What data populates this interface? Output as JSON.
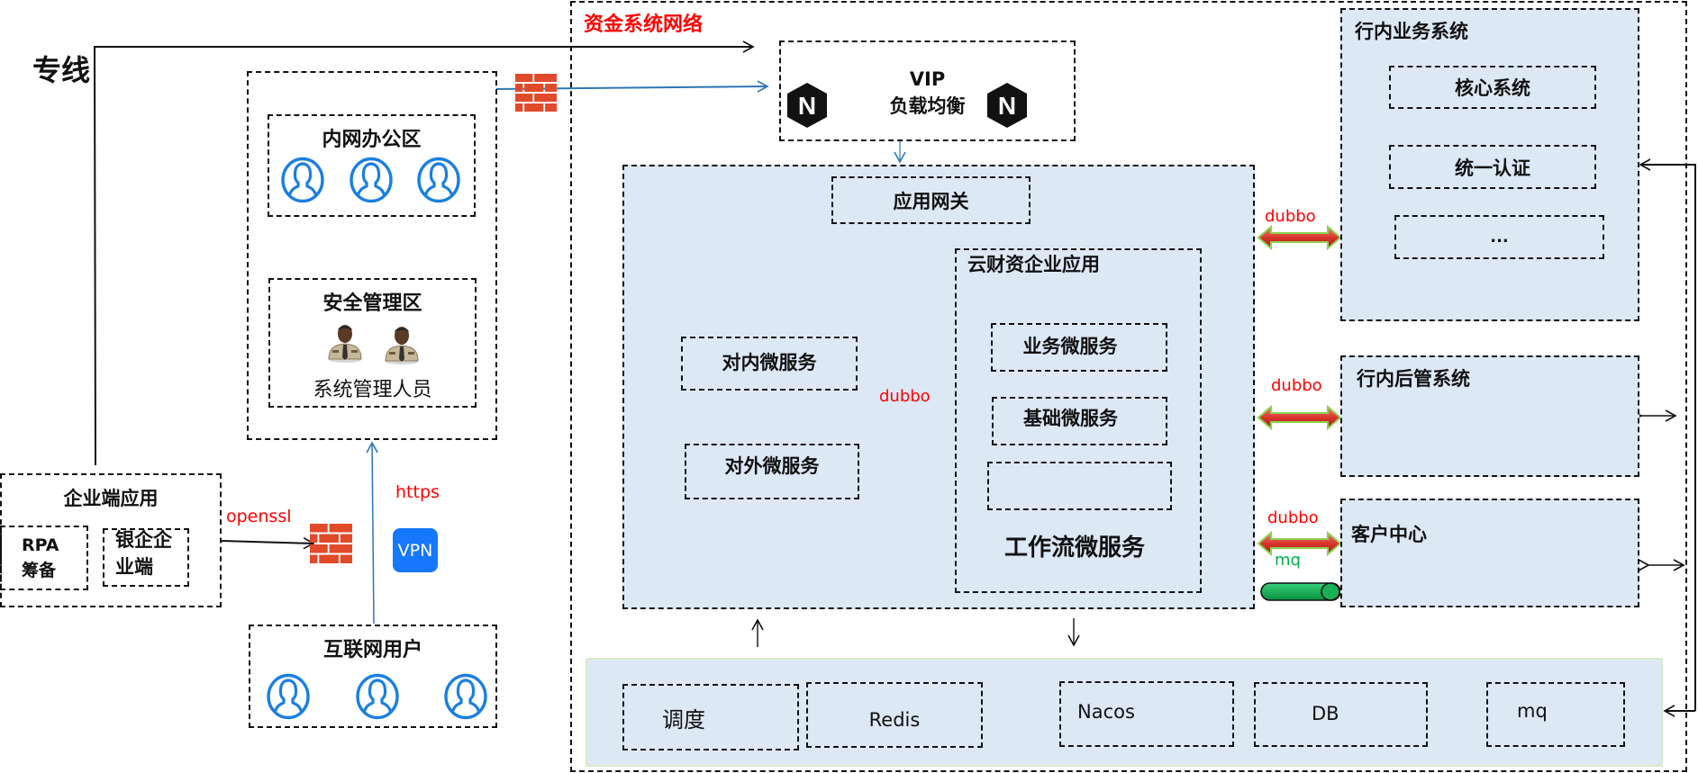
{
  "left": {
    "dedicated_line_label": "专线",
    "office_zone": {
      "title": "内网办公区",
      "user_icons": [
        "user-icon",
        "user-icon",
        "user-icon"
      ]
    },
    "security_zone": {
      "title": "安全管理区",
      "caption": "系统管理人员",
      "icons": [
        "admin-icon",
        "admin-icon"
      ]
    },
    "enterprise_app": {
      "title": "企业端应用",
      "rpa_label": "RPA\n筹备",
      "rpa_line1": "RPA",
      "rpa_line2": "筹备",
      "bank_line1": "银企企",
      "bank_line2": "业端"
    },
    "openssl_label": "openssl",
    "https_label": "https",
    "vpn_label": "VPN",
    "internet_users": {
      "title": "互联网用户",
      "user_icons": [
        "user-icon",
        "user-icon",
        "user-icon"
      ]
    }
  },
  "fund_network": {
    "title": "资金系统网络",
    "vip": {
      "line1": "VIP",
      "line2": "负载均衡",
      "nginx_glyph": "N"
    },
    "app_gateway": "应用网关",
    "inner_services": "对内微服务",
    "outer_services": "对外微服务",
    "dubbo_label": "dubbo",
    "cloud_app": {
      "title": "云财资企业应用",
      "business_services": "业务微服务",
      "base_services": "基础微服务",
      "empty_box": "",
      "workflow_services": "工作流微服务"
    },
    "infra": [
      {
        "label": "调度"
      },
      {
        "label": "Redis"
      },
      {
        "label": "Nacos"
      },
      {
        "label": "DB"
      },
      {
        "label": "mq"
      }
    ]
  },
  "bank_systems": {
    "business": {
      "title": "行内业务系统",
      "items": [
        "核心系统",
        "统一认证",
        "..."
      ]
    },
    "backoffice": {
      "title": "行内后管系统"
    },
    "customer_center": {
      "title": "客户中心"
    },
    "links": [
      {
        "label": "dubbo"
      },
      {
        "label": "dubbo"
      },
      {
        "label": "dubbo"
      },
      {
        "label": "mq"
      }
    ]
  },
  "colors": {
    "zone_fill": "#dde8f5",
    "label_red": "#ff0000",
    "mq_green": "#00b050",
    "user_blue": "#1a7fe0",
    "firewall": "#e04a2a",
    "vpn_blue": "#1677ff",
    "https_line": "#2e75b6"
  }
}
